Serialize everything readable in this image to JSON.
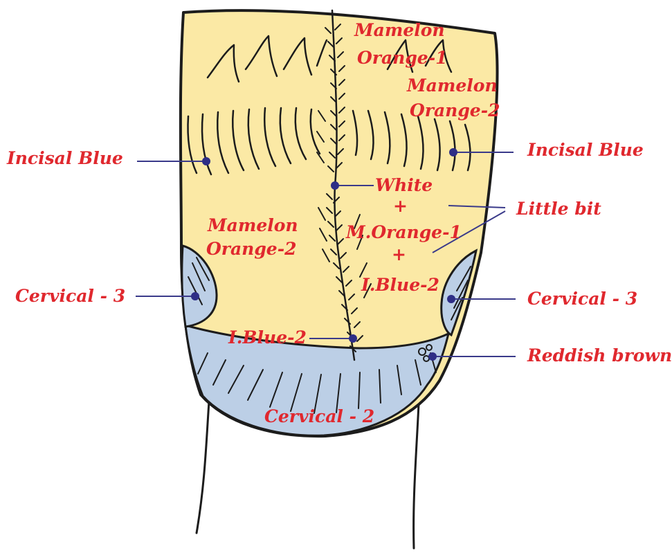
{
  "labels": {
    "mamelon_orange_1": [
      "Mamelon",
      "Orange-1"
    ],
    "mamelon_orange_2_right": [
      "Mamelon",
      "Orange-2"
    ],
    "incisal_blue_left": "Incisal Blue",
    "incisal_blue_right": "Incisal Blue",
    "white": "White",
    "plus_1": "+",
    "m_orange_1": "M.Orange-1",
    "plus_2": "+",
    "i_blue_2_upper": "I.Blue-2",
    "little_bit": "Little bit",
    "mamelon_orange_2_left": [
      "Mamelon",
      "Orange-2"
    ],
    "cervical_3_left": "Cervical - 3",
    "cervical_3_right": "Cervical - 3",
    "i_blue_2_lower": "I.Blue-2",
    "reddish_brown": "Reddish brown",
    "cervical_2": "Cervical - 2"
  },
  "colors": {
    "enamel_yellow": "#fbe9a5",
    "cervical_blue": "#bccfe6",
    "label_red": "#e0282e",
    "leader_navy": "#2e2e86",
    "outline": "#1c1c1c"
  }
}
